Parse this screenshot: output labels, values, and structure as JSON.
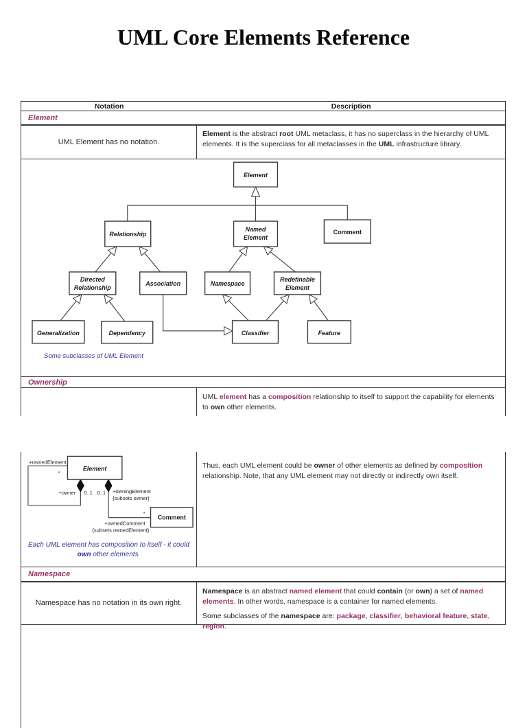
{
  "page_title": "UML Core Elements Reference",
  "colors": {
    "accent_magenta": "#993366",
    "caption_blue": "#3333a0",
    "border": "#2b2b2b"
  },
  "table": {
    "headers": {
      "notation": "Notation",
      "description": "Description"
    },
    "sections": {
      "element": {
        "label": "Element",
        "notation": "UML Element has no notation.",
        "description": [
          {
            "t": "Element",
            "b": true
          },
          {
            "t": " is the abstract "
          },
          {
            "t": "root",
            "b": true
          },
          {
            "t": " UML metaclass, it has no superclass in the hierarchy of UML elements. It is the superclass for all metaclasses in the "
          },
          {
            "t": "UML",
            "b": true
          },
          {
            "t": " infrastructure library."
          }
        ],
        "diagram_caption": "Some subclasses of UML Element"
      },
      "ownership": {
        "label": "Ownership",
        "description1": [
          {
            "t": "UML "
          },
          {
            "t": "element",
            "b": true,
            "m": true
          },
          {
            "t": " has a "
          },
          {
            "t": "composition",
            "b": true,
            "m": true
          },
          {
            "t": " relationship to itself to support the capability for elements to "
          },
          {
            "t": "own",
            "b": true
          },
          {
            "t": " other elements."
          }
        ],
        "description2": [
          {
            "t": "Thus, each UML element could be "
          },
          {
            "t": "owner",
            "b": true
          },
          {
            "t": " of other elements as defined by "
          },
          {
            "t": "composition",
            "b": true,
            "m": true
          },
          {
            "t": " relationship. Note, that any UML element may not directly or indirectly own itself."
          }
        ],
        "diagram_caption": [
          {
            "t": "Each UML element has composition to itself - it could "
          },
          {
            "t": "own",
            "b": true
          },
          {
            "t": " other elements."
          }
        ]
      },
      "namespace": {
        "label": "Namespace",
        "notation": "Namespace has no notation in its own right.",
        "description1": [
          {
            "t": "Namespace",
            "b": true
          },
          {
            "t": " is an abstract "
          },
          {
            "t": "named element",
            "b": true,
            "m": true
          },
          {
            "t": " that could "
          },
          {
            "t": "contain",
            "b": true
          },
          {
            "t": " (or "
          },
          {
            "t": "own",
            "b": true
          },
          {
            "t": ") a set of "
          },
          {
            "t": "named elements",
            "b": true,
            "m": true
          },
          {
            "t": ". In other words, namespace is a container for named elements."
          }
        ],
        "description2": [
          {
            "t": "Some subclasses of the "
          },
          {
            "t": "namespace",
            "b": true
          },
          {
            "t": " are: "
          },
          {
            "t": "package",
            "b": true,
            "m": true
          },
          {
            "t": ", "
          },
          {
            "t": "classifier",
            "b": true,
            "m": true
          },
          {
            "t": ", "
          },
          {
            "t": "behavioral feature",
            "b": true,
            "m": true
          },
          {
            "t": ", "
          },
          {
            "t": "state",
            "b": true,
            "m": true
          },
          {
            "t": ", "
          },
          {
            "t": "region",
            "b": true,
            "m": true
          },
          {
            "t": "."
          }
        ]
      }
    }
  },
  "diagram_element_hierarchy": {
    "boxes": {
      "element": "Element",
      "relationship": "Relationship",
      "named_element_1": "Named",
      "named_element_2": "Element",
      "comment": "Comment",
      "directed_relationship_1": "Directed",
      "directed_relationship_2": "Relationship",
      "association": "Association",
      "namespace": "Namespace",
      "redefinable_element_1": "Redefinable",
      "redefinable_element_2": "Element",
      "generalization": "Generalization",
      "dependency": "Dependency",
      "classifier": "Classifier",
      "feature": "Feature"
    }
  },
  "diagram_composition": {
    "boxes": {
      "element": "Element",
      "comment": "Comment"
    },
    "labels": {
      "owned_element": "+ownedElement",
      "star_owned_element": "*",
      "owner": "+owner",
      "mult_owner": "0..1",
      "mult_owning": "0..1",
      "owning_element": "+owningElement",
      "subsets_owner": "{subsets owner}",
      "star_comment": "*",
      "owned_comment": "+ownedComment",
      "subsets_owned_element": "{subsets ownedElement}"
    }
  }
}
